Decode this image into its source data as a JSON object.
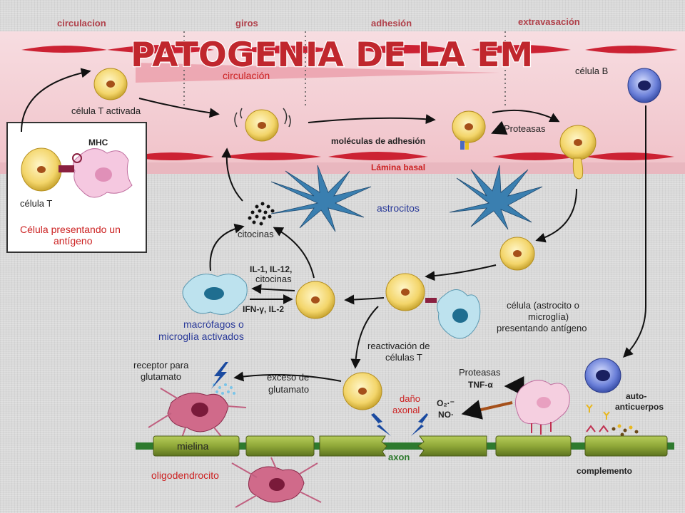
{
  "title": "PATOGENIA DE LA EM",
  "phases": [
    "circulacion",
    "giros",
    "adhesión",
    "extravasación"
  ],
  "colors": {
    "title": "#c0272d",
    "vessel": "#f4cdd3",
    "endothelium": "#cc2233",
    "tcell": "#f3d56a",
    "bcell": "#6a7fd8",
    "astrocyte": "#3a7fb0",
    "myelin": "#8fa838",
    "label_red": "#cc2222",
    "label_blue": "#2a3a99"
  },
  "labels": {
    "circulacion_inner": "circulación",
    "celula_t_activada": "célula T activada",
    "moleculas_adhesion": "moléculas de adhesión",
    "proteasas_top": "Proteasas",
    "lamina_basal": "Lámina basal",
    "celula_b": "célula B",
    "astrocitos": "astrocitos",
    "citocinas": "citocinas",
    "il_line1": "IL-1, IL-12,",
    "il_line2": "citocinas",
    "ifn_line": "IFN-γ, IL-2",
    "macrofagos_1": "macrófagos o",
    "macrofagos_2": "microglía activados",
    "celula_pres_1": "célula (astrocito o",
    "celula_pres_2": "microglía)",
    "celula_pres_3": "presentando antígeno",
    "reactivacion_1": "reactivación de",
    "reactivacion_2": "células T",
    "receptor_1": "receptor para",
    "receptor_2": "glutamato",
    "exceso_1": "exceso de",
    "exceso_2": "glutamato",
    "dano_1": "daño",
    "dano_2": "axonal",
    "proteasas_bottom": "Proteasas",
    "tnf": "TNF-α",
    "o2": "O₂·⁻",
    "no": "NO·",
    "auto_1": "auto-",
    "auto_2": "anticuerpos",
    "mielina": "mielina",
    "axon": "axon",
    "oligodendrocito": "oligodendrocito",
    "complemento": "complemento"
  },
  "inset": {
    "mhc": "MHC",
    "celula_t": "célula T",
    "caption_1": "Célula presentando un",
    "caption_2": "antígeno"
  }
}
